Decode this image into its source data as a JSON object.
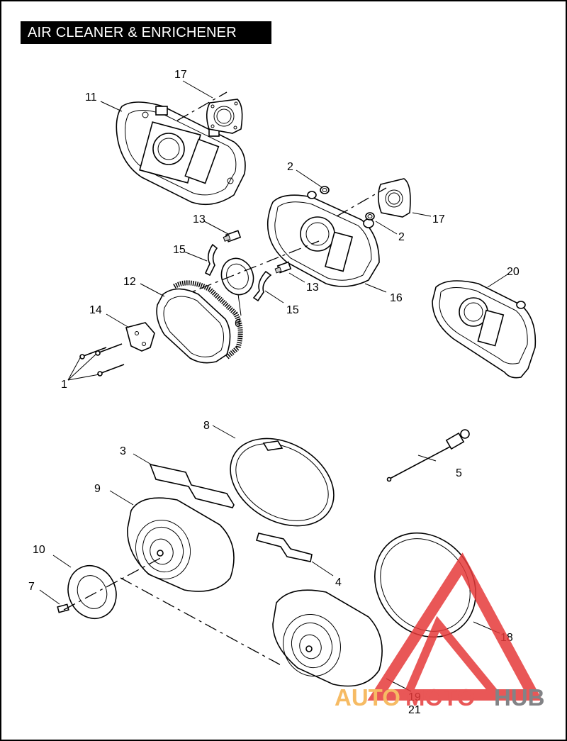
{
  "title": "AIR CLEANER & ENRICHENER",
  "callouts": [
    "1",
    "2",
    "2",
    "3",
    "4",
    "5",
    "6",
    "7",
    "8",
    "9",
    "10",
    "11",
    "12",
    "13",
    "13",
    "14",
    "15",
    "15",
    "16",
    "17",
    "17",
    "18",
    "19",
    "20",
    "21"
  ],
  "watermark": {
    "part1": "AUTO",
    "part2": "MOTO",
    "part3": "HUB",
    "orange": "#f5b04a",
    "red": "#e63a3a",
    "grey": "#6d6e71"
  },
  "colors": {
    "border": "#000000",
    "banner_bg": "#000000",
    "banner_text": "#ffffff"
  }
}
